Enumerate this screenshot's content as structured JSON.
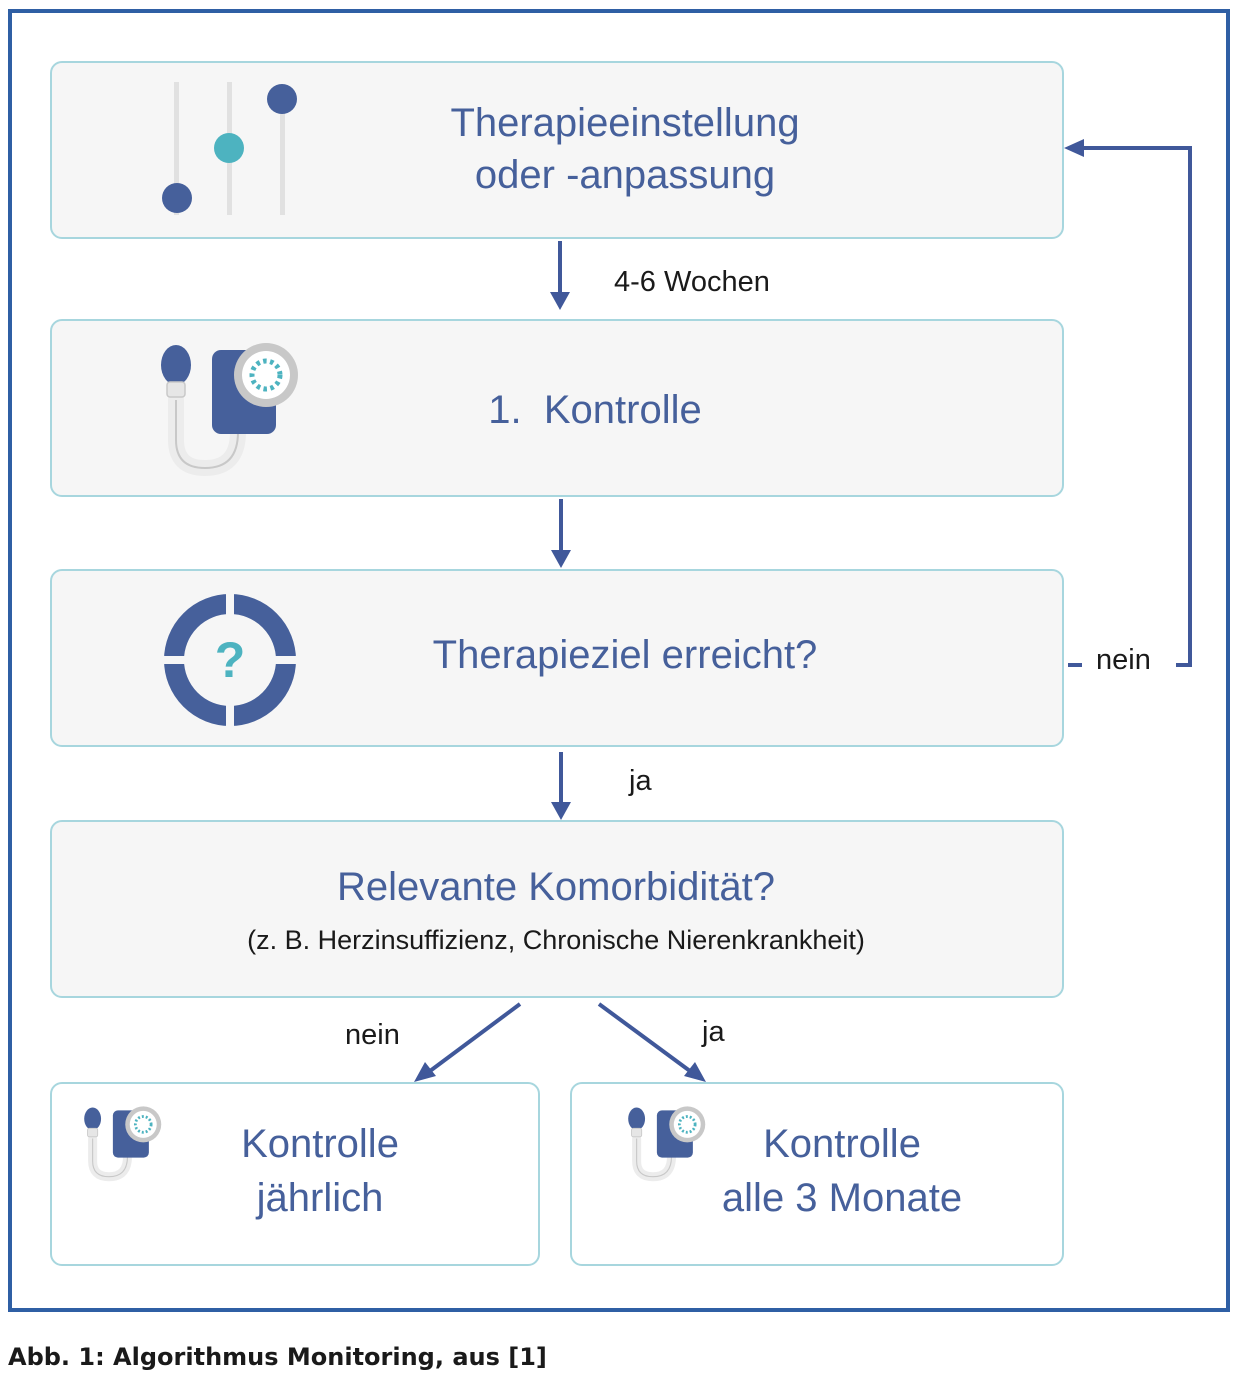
{
  "colors": {
    "frame": "#2f5fa4",
    "box_border": "#a7d6de",
    "box_fill": "#f6f6f6",
    "title_text": "#46609b",
    "arrow": "#40589a",
    "icon_dark": "#46609b",
    "icon_teal": "#4db3c0"
  },
  "boxes": {
    "therapy": {
      "line1": "Therapieeinstellung",
      "line2": "oder -anpassung",
      "icon": "sliders-icon"
    },
    "control1": {
      "text": "1.  Kontrolle",
      "icon": "blood-pressure-monitor-icon"
    },
    "goal": {
      "text": "Therapieziel erreicht?",
      "icon": "question-ring-icon"
    },
    "comorbidity": {
      "title": "Relevante Komorbidität?",
      "subtitle": "(z. B. Herzinsuffizienz, Chronische Nierenkrankheit)"
    },
    "yearly": {
      "line1": "Kontrolle",
      "line2": "jährlich",
      "icon": "blood-pressure-monitor-icon"
    },
    "quarterly": {
      "line1": "Kontrolle",
      "line2": "alle 3 Monate",
      "icon": "blood-pressure-monitor-icon"
    }
  },
  "edges": {
    "therapy_to_control1": "4-6 Wochen",
    "goal_no": "nein",
    "goal_yes": "ja",
    "comorbidity_no": "nein",
    "comorbidity_yes": "ja"
  },
  "caption": "Abb. 1: Algorithmus Monitoring, aus [1]"
}
